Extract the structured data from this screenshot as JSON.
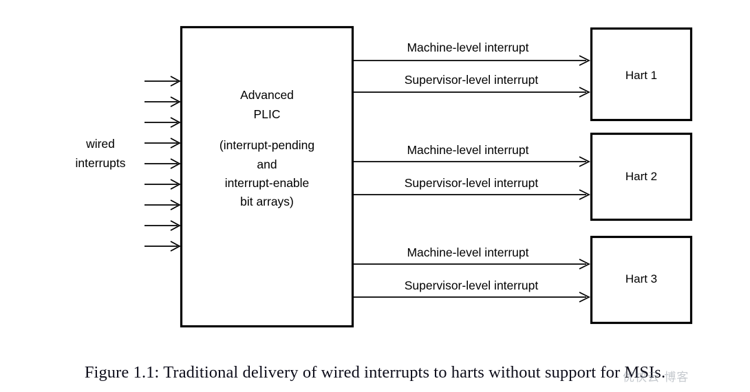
{
  "figure": {
    "caption": "Figure 1.1: Traditional delivery of wired interrupts to harts without support for MSIs.",
    "watermark": "优快云 博客",
    "colors": {
      "stroke": "#000000",
      "background": "#ffffff",
      "caption_text": "#0d0d1a",
      "watermark_text": "#78808c"
    }
  },
  "diagram": {
    "input_label": {
      "line1": "wired",
      "line2": "interrupts"
    },
    "input_arrow_count": 9,
    "controller": {
      "name_line1": "Advanced",
      "name_line2": "PLIC",
      "detail_line1": "(interrupt-pending",
      "detail_line2": "and",
      "detail_line3": "interrupt-enable",
      "detail_line4": "bit arrays)"
    },
    "signals": {
      "machine": "Machine-level interrupt",
      "supervisor": "Supervisor-level interrupt"
    },
    "harts": [
      {
        "label": "Hart 1"
      },
      {
        "label": "Hart 2"
      },
      {
        "label": "Hart 3"
      }
    ]
  }
}
